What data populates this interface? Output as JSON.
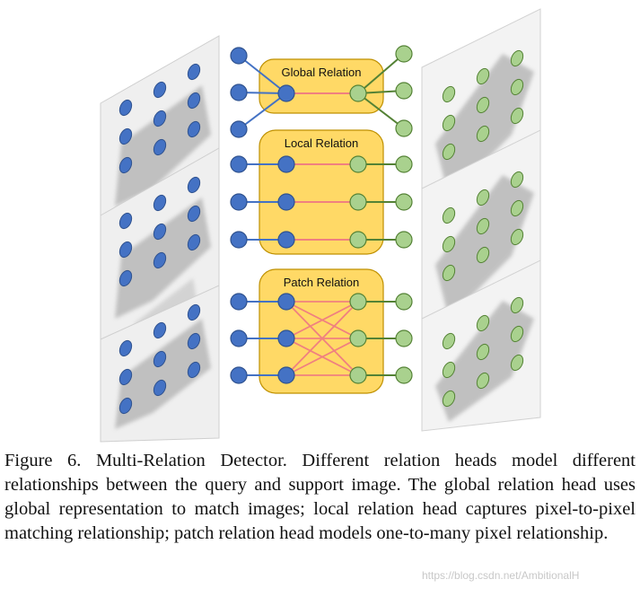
{
  "relations": [
    {
      "title": "Global Relation",
      "kind": "global"
    },
    {
      "title": "Local Relation",
      "kind": "local"
    },
    {
      "title": "Patch Relation",
      "kind": "patch"
    }
  ],
  "colors": {
    "query_node": "#4472c4",
    "query_node_stroke": "#2f528f",
    "query_edge": "#4472c4",
    "support_node": "#a9d18e",
    "support_node_stroke": "#548235",
    "support_edge": "#548235",
    "relation_edge": "#f08080",
    "box_fill": "#ffd966",
    "box_stroke": "#bf9000"
  },
  "caption": "Figure 6. Multi-Relation Detector. Different relation heads model different relationships between the query and support image. The global relation head uses global representation to match images; local relation head captures pixel-to-pixel matching relationship; patch relation head models one-to-many pixel relationship.",
  "watermark": "https://blog.csdn.net/AmbitionalH"
}
